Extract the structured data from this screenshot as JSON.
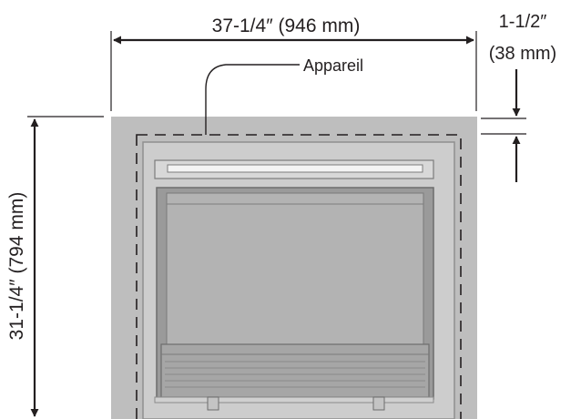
{
  "dimensions": {
    "width": "37-1/4″ (946 mm)",
    "offset_line1": "1-1/2″",
    "offset_line2": "(38 mm)",
    "height": "31-1/4″ (794 mm)"
  },
  "callouts": {
    "appliance": "Appareil"
  },
  "colors": {
    "line": "#231f20",
    "surround": "#bebebe",
    "frame": "#c7c7c7",
    "frame_edge": "#8f8f8f",
    "panel": "#9a9a9a",
    "screen": "#b5b5b5",
    "louver": "#a7a7a7"
  }
}
